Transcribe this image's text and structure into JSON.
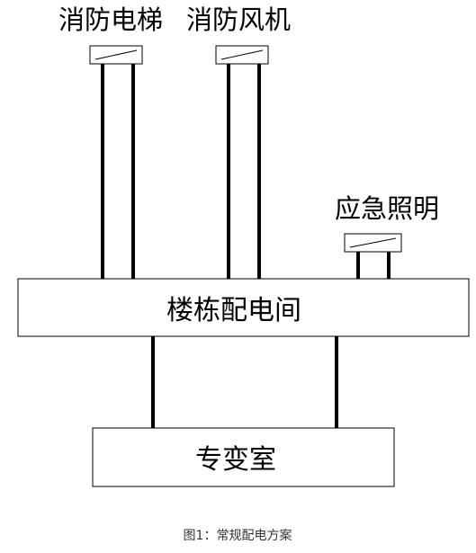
{
  "diagram": {
    "loads": {
      "fire_elevator": "消防电梯",
      "fire_fan": "消防风机",
      "emergency_lighting": "应急照明"
    },
    "distribution_room": "楼栋配电间",
    "substation": "专变室"
  },
  "caption": "图1：常规配电方案",
  "colors": {
    "line": "#000000",
    "background": "#ffffff",
    "caption_text": "#333333"
  }
}
